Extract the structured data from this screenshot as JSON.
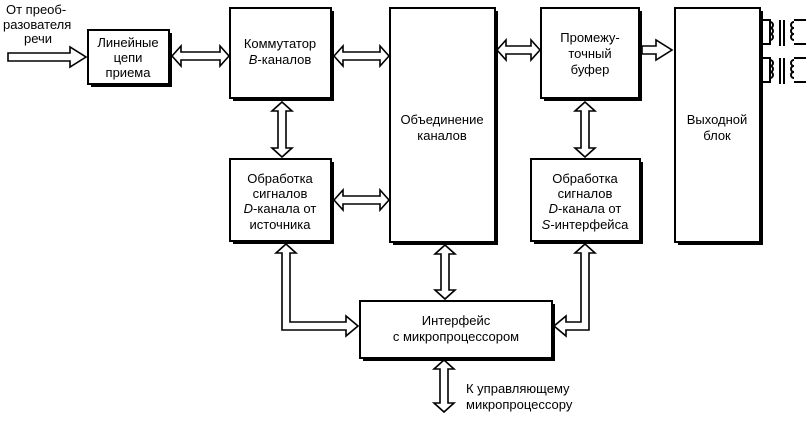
{
  "diagram": {
    "input_label": [
      "От преоб-",
      "разователя",
      "речи"
    ],
    "blocks": {
      "line_receive": [
        "Линейные",
        "цепи",
        "приема"
      ],
      "b_switch": [
        "Коммутатор",
        "B-каналов"
      ],
      "d_source": [
        "Обработка",
        "сигналов",
        "D-канала от",
        "источника"
      ],
      "channel_merge": [
        "Объединение",
        "каналов"
      ],
      "buffer": [
        "Промежу-",
        "точный",
        "буфер"
      ],
      "d_s_interface": [
        "Обработка",
        "сигналов",
        "D-канала от",
        "S-интерфейса"
      ],
      "output": [
        "Выходной",
        "блок"
      ],
      "mcu_interface": [
        "Интерфейс",
        "с микропроцессором"
      ]
    },
    "control_label": [
      "К управляющему",
      "микропроцессору"
    ]
  }
}
